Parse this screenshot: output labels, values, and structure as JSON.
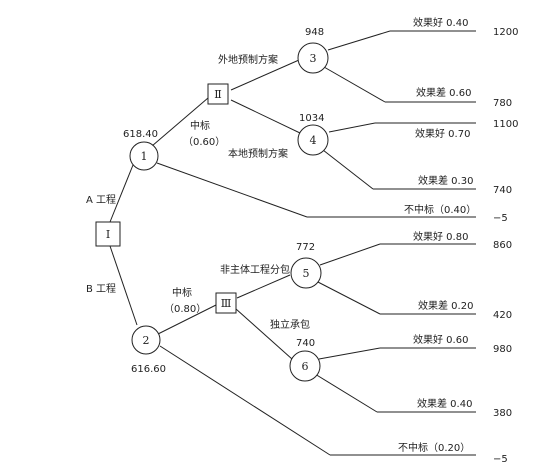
{
  "decision_tree": {
    "root": {
      "id": "Ⅰ"
    },
    "decisions": {
      "d2": "Ⅱ",
      "d3": "Ⅲ"
    },
    "chance_nodes": {
      "n1": {
        "id": "1",
        "value": "618.40"
      },
      "n2": {
        "id": "2",
        "value": "616.60"
      },
      "n3": {
        "id": "3",
        "value": "948"
      },
      "n4": {
        "id": "4",
        "value": "1034"
      },
      "n5": {
        "id": "5",
        "value": "772"
      },
      "n6": {
        "id": "6",
        "value": "740"
      }
    },
    "edge_labels": {
      "a_project": "A 工程",
      "b_project": "B 工程",
      "win_a": "中标",
      "win_a_prob": "（0.60）",
      "win_b": "中标",
      "win_b_prob": "（0.80）",
      "offsite": "外地预制方案",
      "local": "本地预制方案",
      "subcontract": "非主体工程分包",
      "independent": "独立承包",
      "lose_a": "不中标（0.40）",
      "lose_b": "不中标（0.20）",
      "n3_good": "效果好 0.40",
      "n3_bad": "效果差 0.60",
      "n4_good": "效果好 0.70",
      "n4_bad": "效果差 0.30",
      "n5_good": "效果好 0.80",
      "n5_bad": "效果差 0.20",
      "n6_good": "效果好 0.60",
      "n6_bad": "效果差 0.40"
    },
    "payoffs": {
      "p1": "1200",
      "p2": "780",
      "p3": "1100",
      "p4": "740",
      "p5": "−5",
      "p6": "860",
      "p7": "420",
      "p8": "980",
      "p9": "380",
      "p10": "−5"
    }
  }
}
